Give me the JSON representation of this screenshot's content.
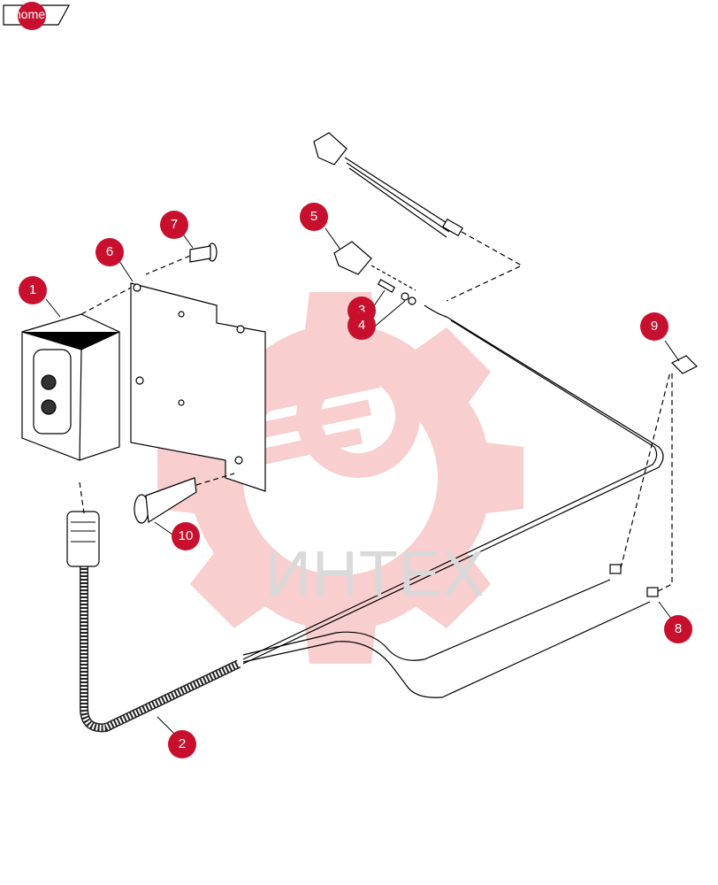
{
  "nav": {
    "home_label": "home"
  },
  "watermark": {
    "text": "ИНТЕХ"
  },
  "callouts": [
    "1",
    "2",
    "3",
    "4",
    "5",
    "6",
    "7",
    "8",
    "9",
    "10"
  ],
  "colors": {
    "callout": "#c8102e",
    "watermark": "#f4a9a9",
    "line": "#000000"
  }
}
